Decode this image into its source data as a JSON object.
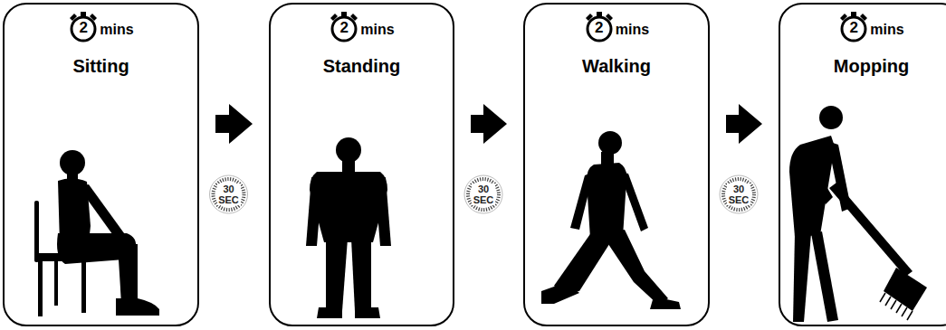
{
  "diagram": {
    "nodes": [
      {
        "text": [
          "2",
          "mins",
          "Sitting"
        ]
      },
      {
        "text": [
          "2",
          "mins",
          "Standing"
        ]
      },
      {
        "text": [
          "2",
          "mins",
          "Walking"
        ]
      },
      {
        "text": [
          "2",
          "mins",
          "Mopping"
        ]
      }
    ],
    "edges": [
      {
        "from": 0,
        "to": 1,
        "arrow": "to",
        "label": "30 SEC"
      },
      {
        "from": 1,
        "to": 2,
        "arrow": "to",
        "label": "30 SEC"
      },
      {
        "from": 2,
        "to": 3,
        "arrow": "to",
        "label": "30 SEC"
      }
    ]
  }
}
